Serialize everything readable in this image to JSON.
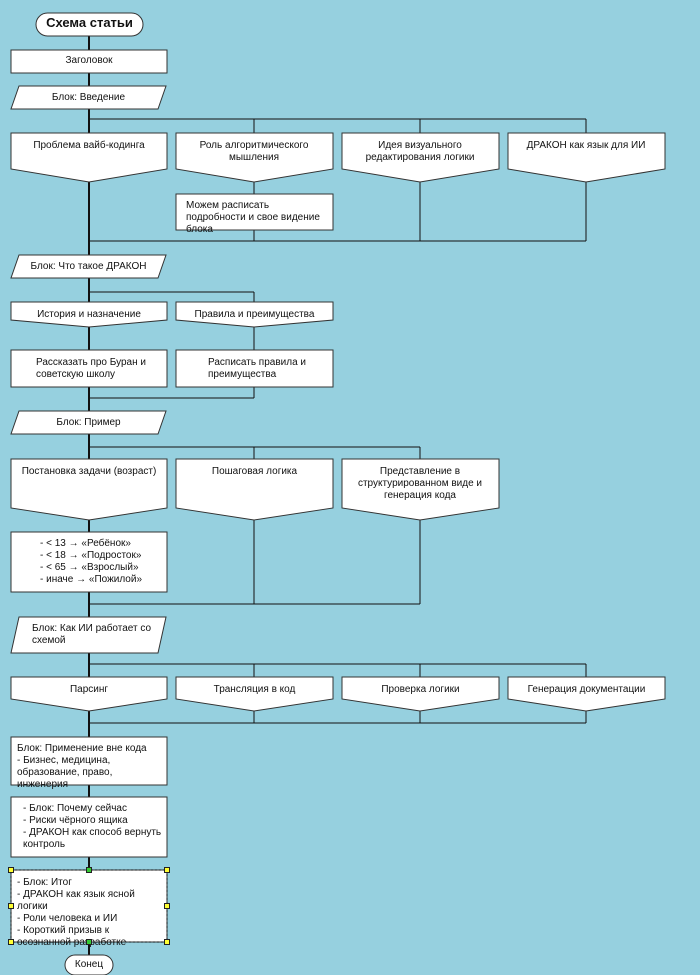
{
  "diagram": {
    "title": "Схема статьи",
    "header": "Заголовок",
    "intro": {
      "label": "Блок: Введение",
      "cols": [
        "Проблема вайб-кодинга",
        "Роль алгоритмического мышления",
        "Идея визуального редактирования логики",
        "ДРАКОН как язык для ИИ"
      ],
      "detail": "Можем расписать подробности и свое видение блока"
    },
    "drakon": {
      "label": "Блок: Что такое ДРАКОН",
      "cols": [
        "История и назначение",
        "Правила и преимущества"
      ],
      "details": [
        "Рассказать про Буран и советскую школу",
        "Расписать правила и преимущества"
      ]
    },
    "example": {
      "label": "Блок: Пример",
      "cols": [
        "Постановка задачи (возраст)",
        "Пошаговая логика",
        "Представление в структурированном виде и генерация кода"
      ],
      "rules": "- < 13 → «Ребёнок»\n- < 18 → «Подросток»\n- < 65 → «Взрослый»\n- иначе → «Пожилой»"
    },
    "ai": {
      "label": "Блок: Как ИИ работает со схемой",
      "cols": [
        "Парсинг",
        "Трансляция в код",
        "Проверка логики",
        "Генерация документации"
      ]
    },
    "apply": "Блок: Применение вне кода\n- Бизнес, медицина, образование, право, инженерия",
    "why": "- Блок: Почему сейчас\n- Риски чёрного ящика\n- ДРАКОН как способ вернуть контроль",
    "summary": "- Блок: Итог\n- ДРАКОН как язык ясной логики\n- Роли человека и ИИ\n- Короткий призыв к осознанной разработке",
    "end": "Конец"
  },
  "colors": {
    "background": "#96d0df",
    "box_fill": "#ffffff",
    "line": "#111111",
    "handle_corner": "#ffff33",
    "handle_mid": "#33cc33"
  }
}
